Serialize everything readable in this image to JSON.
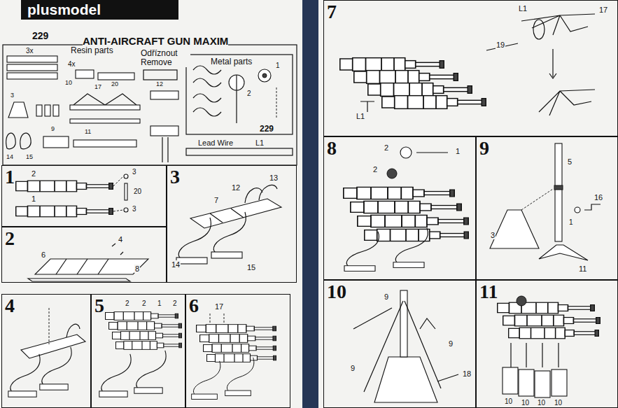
{
  "diagram": {
    "title": "ANTI-AIRCRAFT GUN MAXIM",
    "nodes": [
      {
        "text": [
          "plusmodel"
        ]
      },
      {
        "text": [
          "1"
        ]
      },
      {
        "text": [
          "2"
        ]
      },
      {
        "text": [
          "3"
        ]
      },
      {
        "text": [
          "4"
        ]
      },
      {
        "text": [
          "5"
        ]
      },
      {
        "text": [
          "6"
        ]
      },
      {
        "text": [
          "7"
        ]
      },
      {
        "text": [
          "8"
        ]
      },
      {
        "text": [
          "9"
        ]
      },
      {
        "text": [
          "10"
        ]
      },
      {
        "text": [
          "11"
        ]
      }
    ],
    "edges": [],
    "labels": [
      "229",
      "3x",
      "Resin parts",
      "Odříznout Remove",
      "Metal parts",
      "4x",
      "10",
      "20",
      "1",
      "2",
      "229",
      "Lead Wire",
      "L1",
      "3",
      "12",
      "17",
      "11",
      "14",
      "15",
      "9",
      "2",
      "1",
      "3",
      "20",
      "3",
      "4",
      "6",
      "8",
      "12",
      "13",
      "7",
      "14",
      "15",
      "2",
      "2",
      "1",
      "2",
      "17",
      "L1",
      "17",
      "19",
      "L1",
      "2",
      "2",
      "1",
      "5",
      "1",
      "16",
      "3",
      "11",
      "9",
      "9",
      "9",
      "18",
      "10",
      "10",
      "10",
      "10"
    ]
  }
}
